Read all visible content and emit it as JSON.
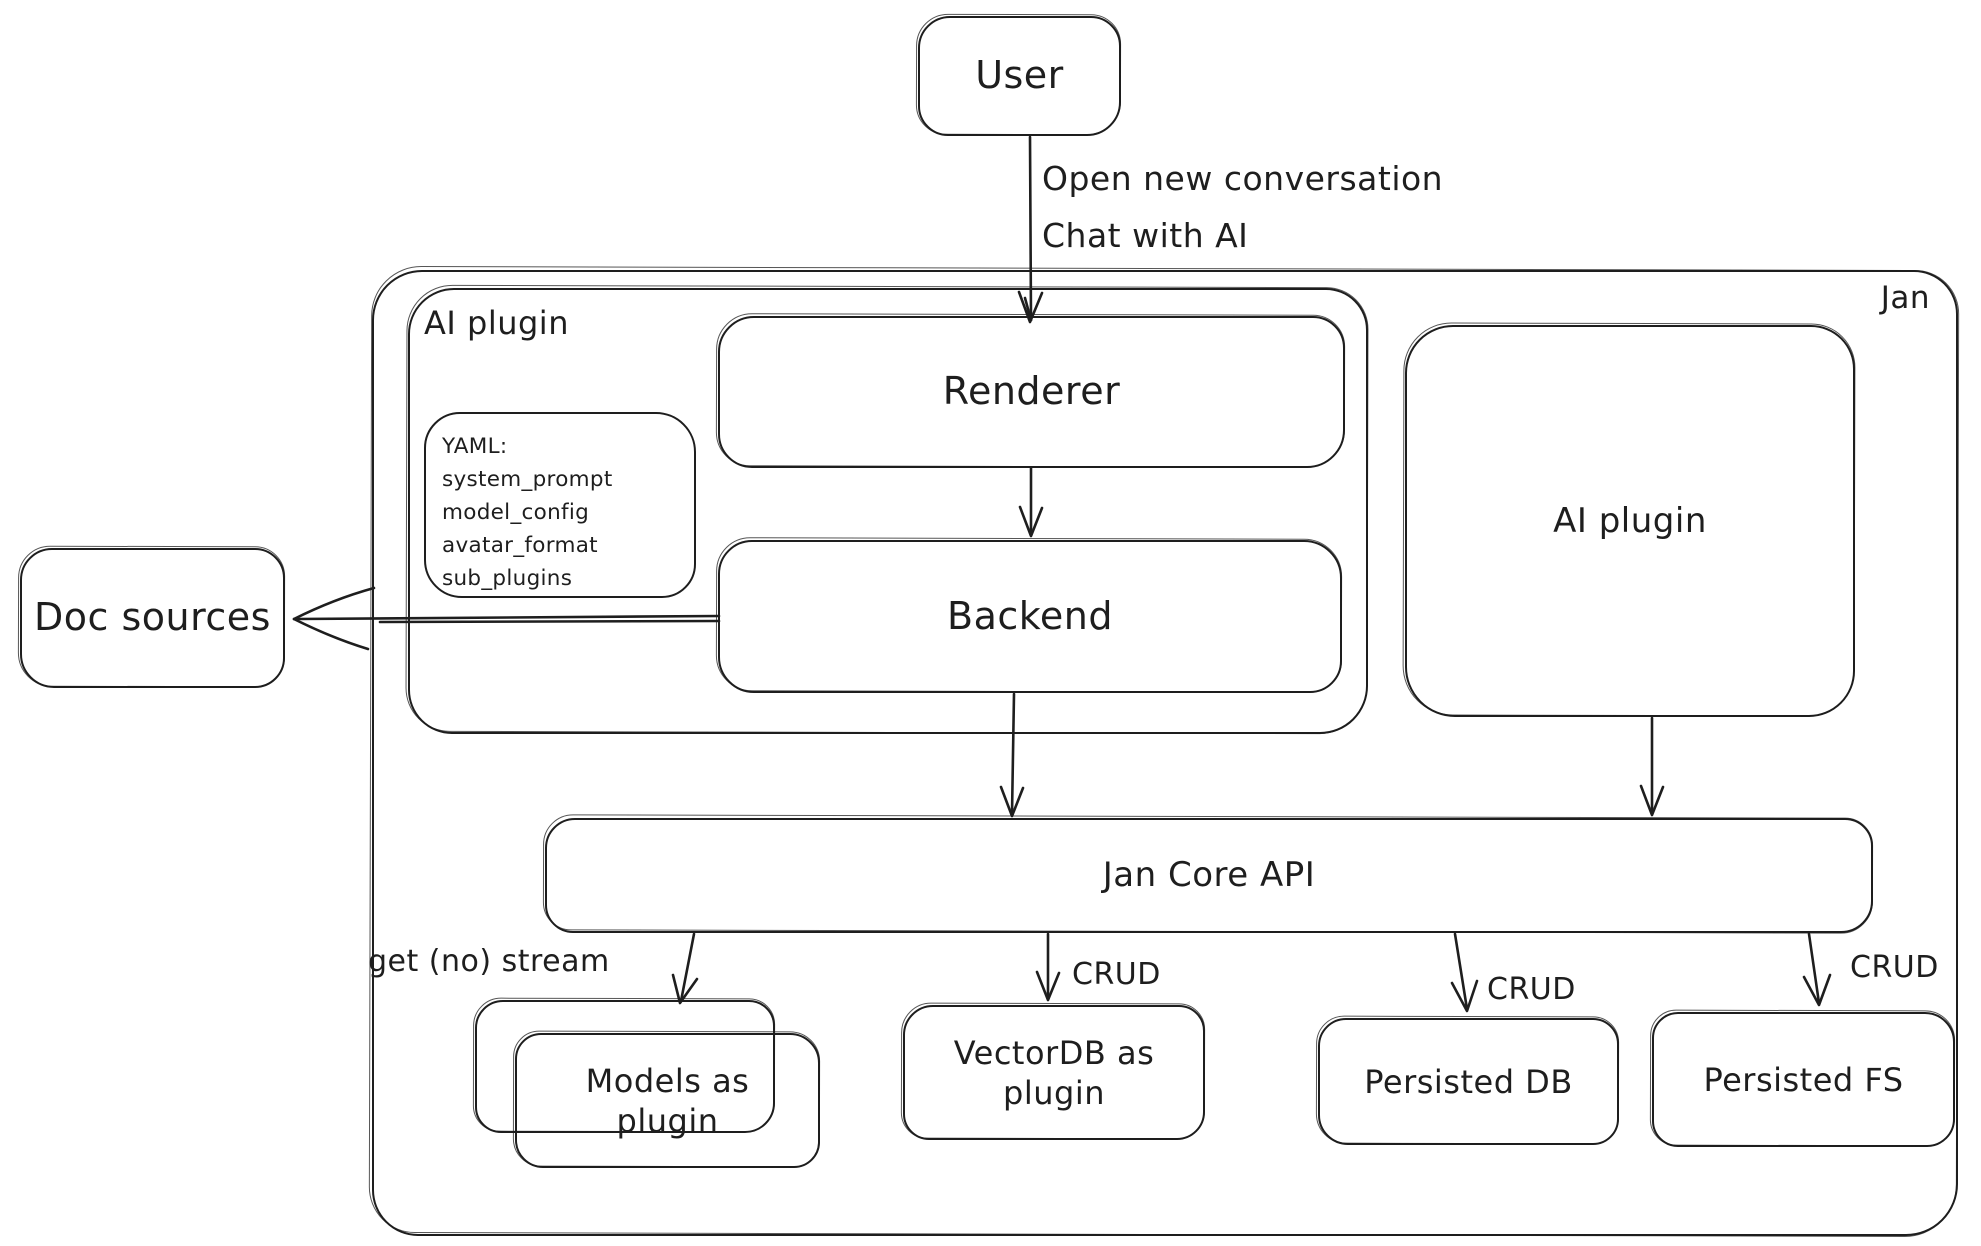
{
  "colors": {
    "stroke": "#1e1e1e",
    "background": "#ffffff"
  },
  "nodes": {
    "user": {
      "label": "User"
    },
    "jan_container": {
      "label": "Jan"
    },
    "ai_plugin_group": {
      "label": "AI plugin"
    },
    "yaml_note": {
      "lines": [
        "YAML:",
        "system_prompt",
        "model_config",
        "avatar_format",
        "sub_plugins"
      ]
    },
    "renderer": {
      "label": "Renderer"
    },
    "backend": {
      "label": "Backend"
    },
    "doc_sources": {
      "label": "Doc sources"
    },
    "ai_plugin": {
      "label": "AI plugin"
    },
    "jan_core_api": {
      "label": "Jan Core API"
    },
    "models": {
      "label": "Models as plugin"
    },
    "vectordb": {
      "label": "VectorDB as plugin"
    },
    "persisted_db": {
      "label": "Persisted DB"
    },
    "persisted_fs": {
      "label": "Persisted FS"
    }
  },
  "edges": {
    "user_to_renderer": {
      "label": [
        "Open new conversation",
        "Chat with AI"
      ]
    },
    "jan_core_to_models": {
      "label": "get (no) stream"
    },
    "jan_core_to_vectordb": {
      "label": "CRUD"
    },
    "jan_core_to_persisted_db": {
      "label": "CRUD"
    },
    "jan_core_to_persisted_fs": {
      "label": "CRUD"
    }
  }
}
